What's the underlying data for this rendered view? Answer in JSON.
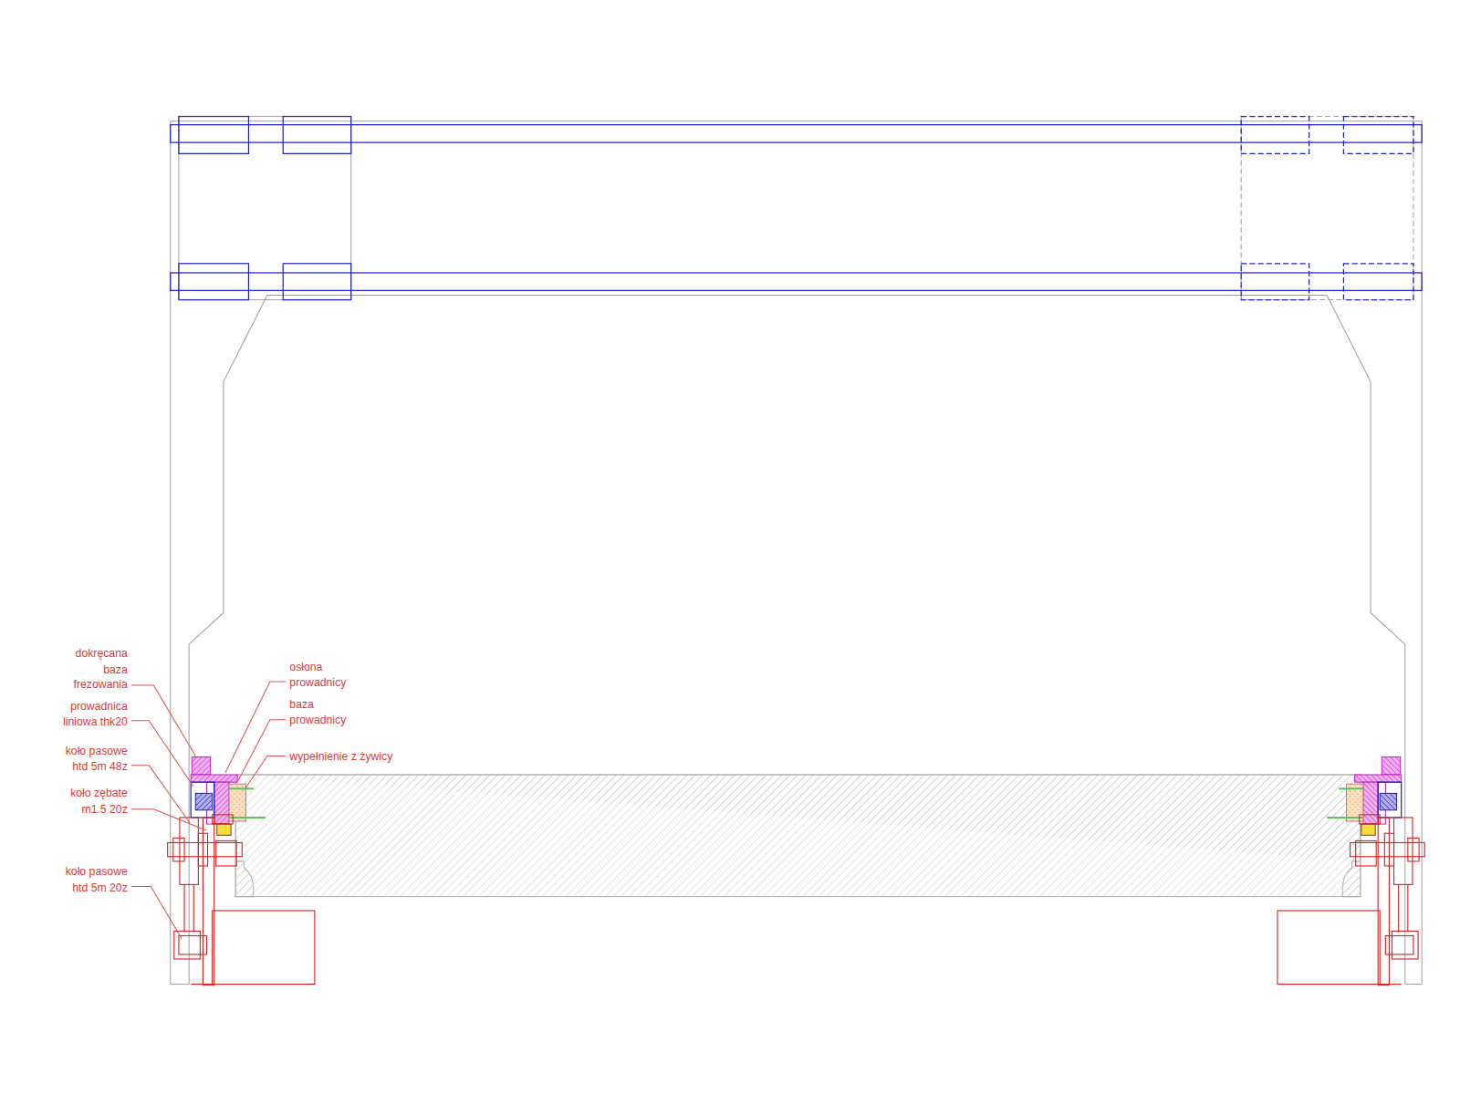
{
  "diagram": {
    "labels": [
      "dokręcana baza frezowania",
      "prowadnica liniowa thk20",
      "koło pasowe htd 5m 48z",
      "koło zębate m1.5 20z",
      "koło pasowe htd 5m 20z",
      "osłona prowadnicy",
      "baza prowadnicy",
      "wypełnienie z żywicy"
    ]
  }
}
